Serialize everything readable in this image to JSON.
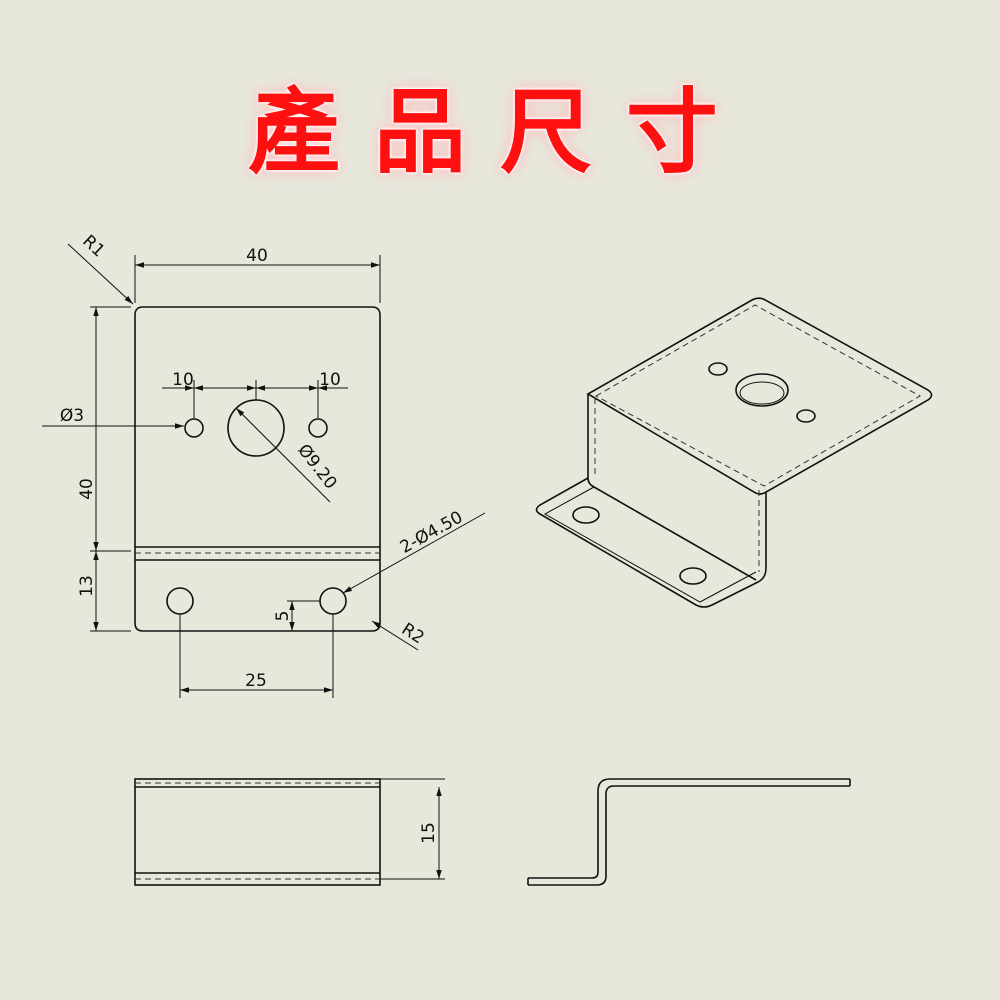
{
  "title": "產品尺寸",
  "dims": {
    "width_top": "40",
    "radius_top": "R1",
    "offset_left": "10",
    "offset_right": "10",
    "small_hole": "Ø3",
    "center_hole": "Ø9.20",
    "height_main": "40",
    "height_tab": "13",
    "mount_holes": "2-Ø4.50",
    "hole_offset": "5",
    "radius_bottom": "R2",
    "hole_spacing": "25",
    "side_height": "15"
  },
  "colors": {
    "title": "#ff1010",
    "background": "#e8e7dc",
    "line": "#111111"
  }
}
